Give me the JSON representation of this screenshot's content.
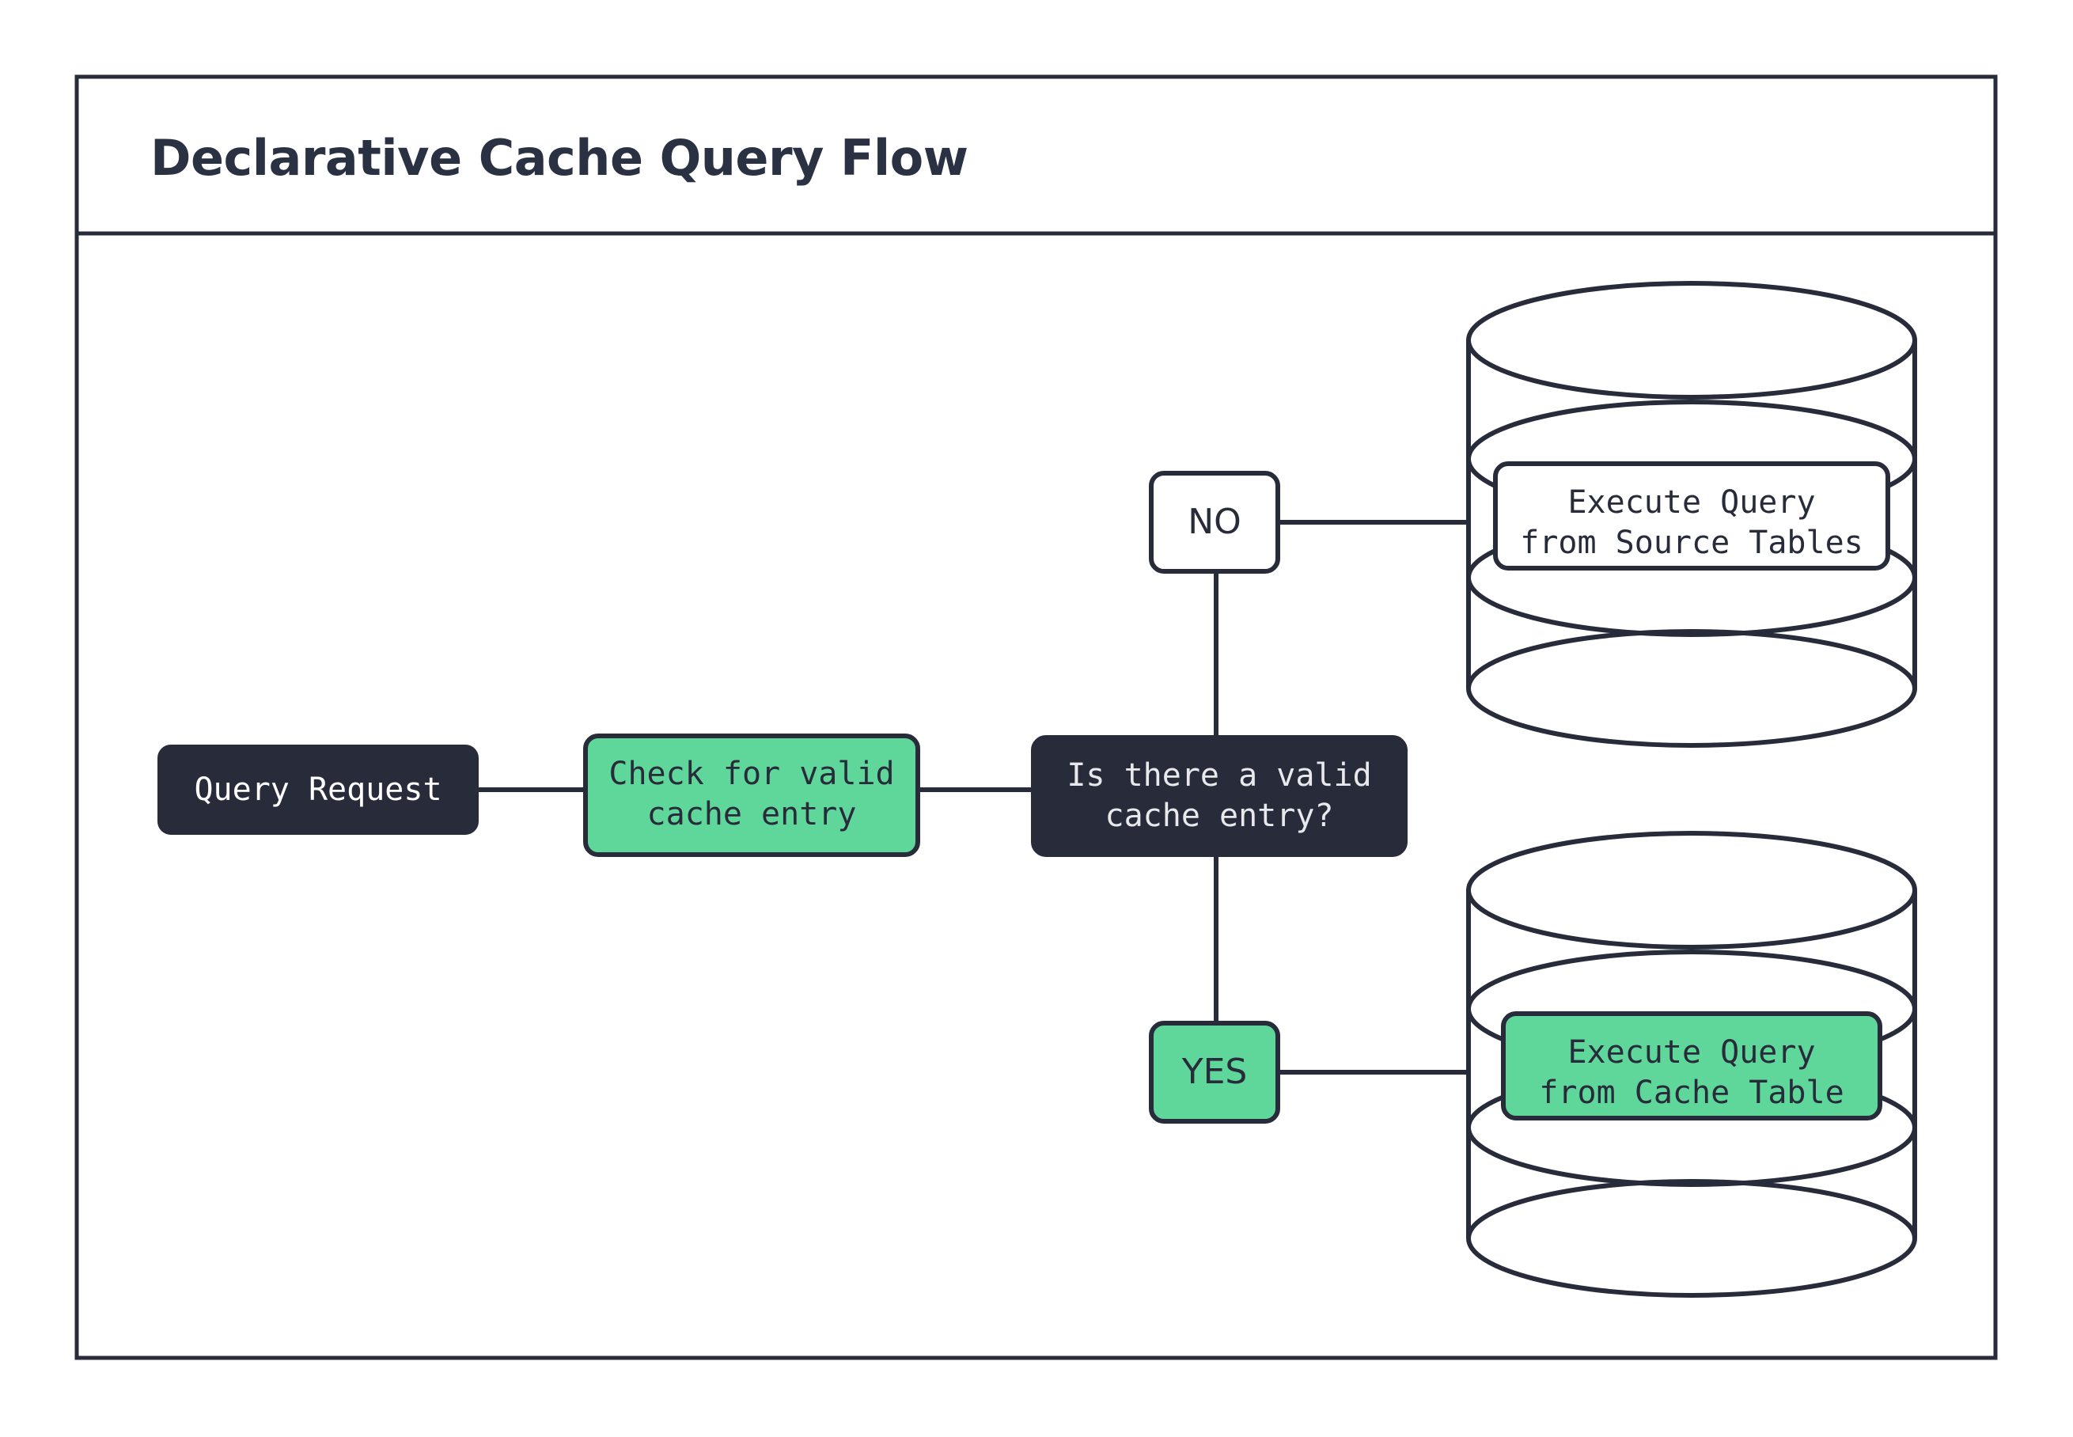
{
  "frame": {
    "title": "Declarative Cache Query Flow"
  },
  "colors": {
    "dark": "#272B3A",
    "green": "#5FD79B",
    "white": "#FFFFFF",
    "text_light": "#E8E9EC",
    "title": "#2A3142",
    "stroke": "#272B3A"
  },
  "nodes": {
    "query_request": {
      "label": "Query Request",
      "style": "dark"
    },
    "check_cache": {
      "label_line1": "Check for valid",
      "label_line2": "cache entry",
      "style": "green"
    },
    "decision": {
      "label_line1": "Is there a valid",
      "label_line2": "cache entry?",
      "style": "dark"
    },
    "branch_no": {
      "label": "NO",
      "style": "white"
    },
    "branch_yes": {
      "label": "YES",
      "style": "green"
    },
    "source_db": {
      "label_line1": "Execute Query",
      "label_line2": "from Source Tables",
      "style": "white",
      "shape": "database-cylinder"
    },
    "cache_db": {
      "label_line1": "Execute Query",
      "label_line2": "from Cache Table",
      "style": "green",
      "shape": "database-cylinder"
    }
  },
  "edges": [
    {
      "from": "query_request",
      "to": "check_cache",
      "label": ""
    },
    {
      "from": "check_cache",
      "to": "decision",
      "label": ""
    },
    {
      "from": "decision",
      "to": "branch_no",
      "label": "NO"
    },
    {
      "from": "decision",
      "to": "branch_yes",
      "label": "YES"
    },
    {
      "from": "branch_no",
      "to": "source_db",
      "label": ""
    },
    {
      "from": "branch_yes",
      "to": "cache_db",
      "label": ""
    }
  ]
}
